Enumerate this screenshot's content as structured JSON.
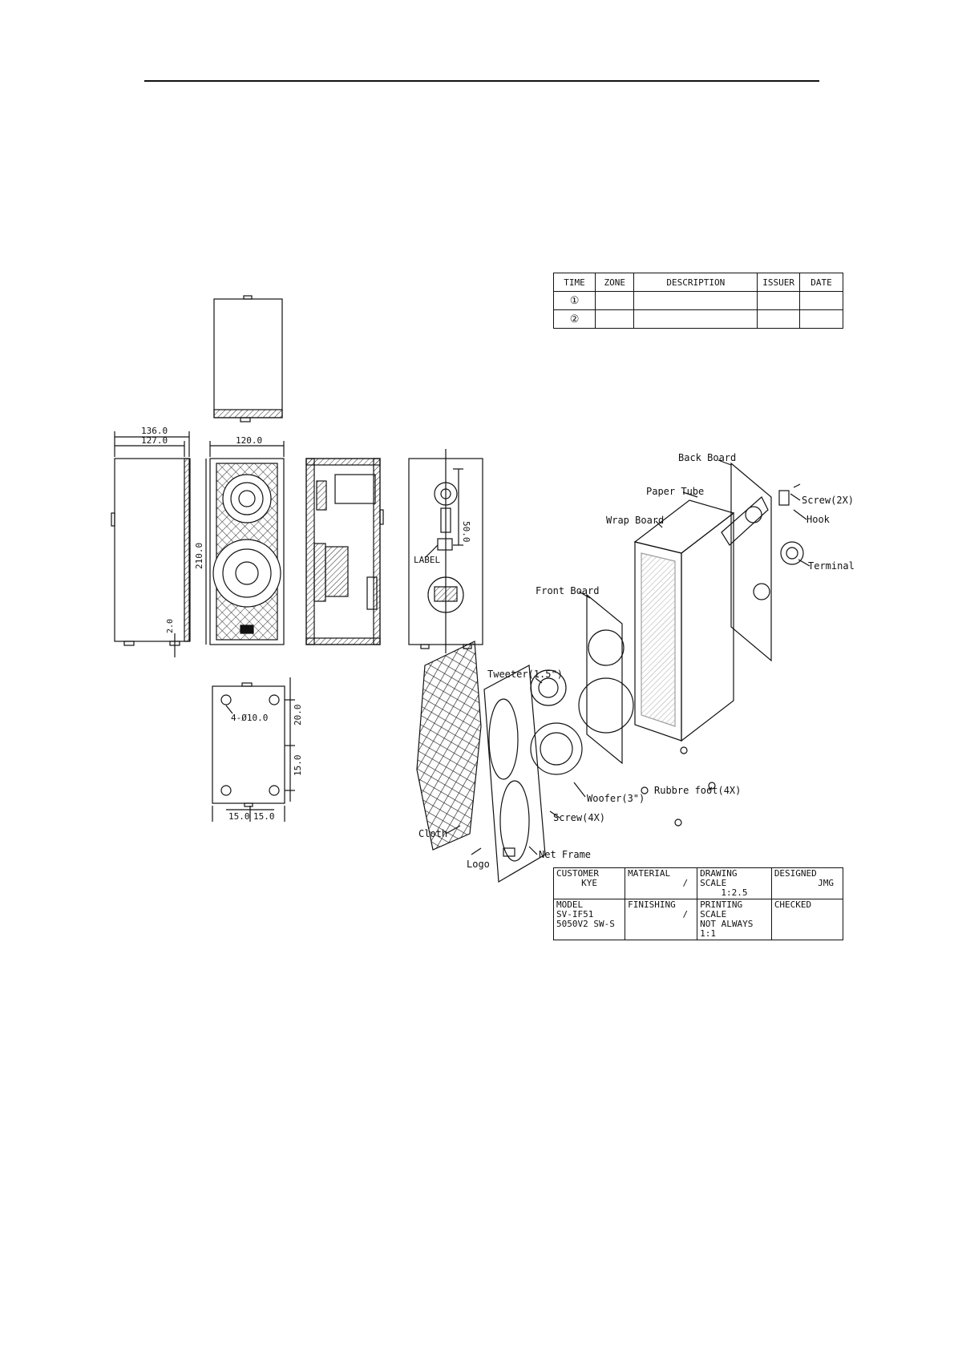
{
  "revision_table": {
    "headers": [
      "TIME",
      "ZONE",
      "DESCRIPTION",
      "ISSUER",
      "DATE"
    ],
    "rows": [
      {
        "time": "①",
        "zone": "",
        "description": "",
        "issuer": "",
        "date": ""
      },
      {
        "time": "②",
        "zone": "",
        "description": "",
        "issuer": "",
        "date": ""
      }
    ]
  },
  "dimensions": {
    "side_depth_outer": "136.0",
    "side_depth_inner": "127.0",
    "front_width": "120.0",
    "height": "210.0",
    "foot_height": "2.0",
    "label_offset": "50.0",
    "hole_spec": "4-Ø10.0",
    "bottom_d1": "20.0",
    "bottom_d2": "15.0",
    "bottom_w1": "15.0",
    "bottom_w2": "15.0"
  },
  "labels": {
    "label_tag": "LABEL",
    "back_board": "Back Board",
    "paper_tube": "Paper Tube",
    "wrap_board": "Wrap Board",
    "screw_2x": "Screw(2X)",
    "hook": "Hook",
    "terminal": "Terminal",
    "front_board": "Front Board",
    "tweeter": "Tweeter(1.5\")",
    "woofer": "Woofer(3\")",
    "screw_4x": "Screw(4X)",
    "rubber_foot": "Rubbre foot(4X)",
    "cloth": "Cloth",
    "logo": "Logo",
    "net_frame": "Net Frame"
  },
  "title_block": {
    "customer_label": "CUSTOMER",
    "customer_value": "KYE",
    "material_label": "MATERIAL",
    "material_value": "/",
    "drawing_scale_label": "DRAWING SCALE",
    "drawing_scale_value": "1:2.5",
    "designed_label": "DESIGNED",
    "designed_value": "JMG",
    "model_label": "MODEL",
    "model_value": "SV-IF51 5050V2 SW-S",
    "finishing_label": "FINISHING",
    "finishing_value": "/",
    "printing_scale_label": "PRINTING SCALE",
    "printing_scale_value": "NOT ALWAYS 1:1",
    "checked_label": "CHECKED"
  }
}
